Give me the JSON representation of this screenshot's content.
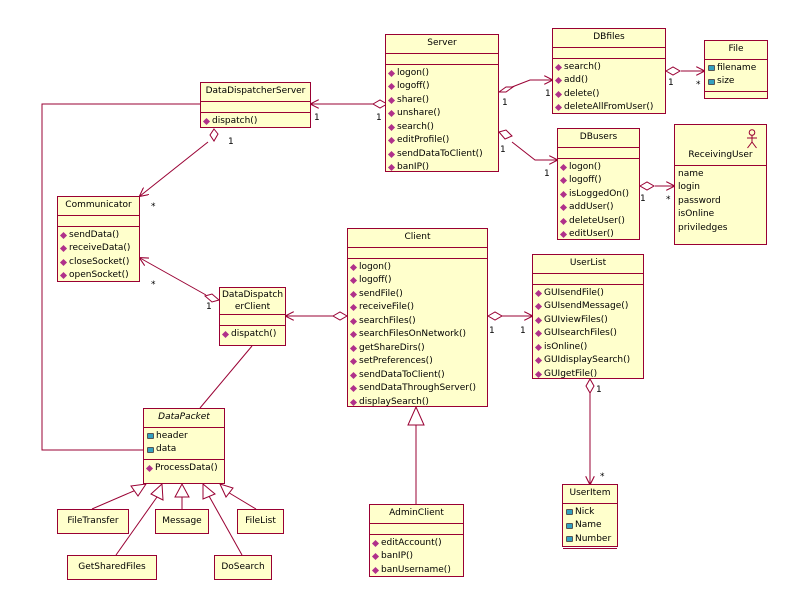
{
  "classes": {
    "server": {
      "name": "Server",
      "ops": [
        "logon()",
        "logoff()",
        "share()",
        "unshare()",
        "search()",
        "editProfile()",
        "sendDataToClient()",
        "banIP()"
      ]
    },
    "dbfiles": {
      "name": "DBfiles",
      "ops": [
        "search()",
        "add()",
        "delete()",
        "deleteAllFromUser()"
      ]
    },
    "file": {
      "name": "File",
      "attrs": [
        "filename",
        "size"
      ]
    },
    "dds": {
      "name": "DataDispatcherServer",
      "ops": [
        "dispatch()"
      ]
    },
    "dbusers": {
      "name": "DBusers",
      "ops": [
        "logon()",
        "logoff()",
        "isLoggedOn()",
        "addUser()",
        "deleteUser()",
        "editUser()"
      ]
    },
    "receiving_user": {
      "name": "ReceivingUser",
      "attrs": [
        "name",
        "login",
        "password",
        "isOnline",
        "priviledges"
      ]
    },
    "communicator": {
      "name": "Communicator",
      "ops": [
        "sendData()",
        "receiveData()",
        "closeSocket()",
        "openSocket()"
      ]
    },
    "client": {
      "name": "Client",
      "ops": [
        "logon()",
        "logoff()",
        "sendFile()",
        "receiveFile()",
        "searchFiles()",
        "searchFilesOnNetwork()",
        "getShareDirs()",
        "setPreferences()",
        "sendDataToClient()",
        "sendDataThroughServer()",
        "displaySearch()"
      ]
    },
    "ddc": {
      "name_line1": "DataDispatch",
      "name_line2": "erClient",
      "ops": [
        "dispatch()"
      ]
    },
    "userlist": {
      "name": "UserList",
      "ops": [
        "GUIsendFile()",
        "GUIsendMessage()",
        "GUIviewFiles()",
        "GUIsearchFiles()",
        "isOnline()",
        "GUIdisplaySearch()",
        "GUIgetFile()"
      ]
    },
    "datapacket": {
      "name": "DataPacket",
      "attrs": [
        "header",
        "data"
      ],
      "ops": [
        "ProcessData()"
      ]
    },
    "adminclient": {
      "name": "AdminClient",
      "ops": [
        "editAccount()",
        "banIP()",
        "banUsername()"
      ]
    },
    "useritem": {
      "name": "UserItem",
      "attrs": [
        "Nick",
        "Name",
        "Number"
      ]
    },
    "filetransfer": {
      "name": "FileTransfer"
    },
    "message": {
      "name": "Message"
    },
    "filelist": {
      "name": "FileList"
    },
    "getsharedfiles": {
      "name": "GetSharedFiles"
    },
    "dosearch": {
      "name": "DoSearch"
    }
  },
  "multiplicities": {
    "dds_server_left": "1",
    "dds_server_right": "1",
    "server_dbfiles_left": "1",
    "server_dbfiles_right": "1",
    "dbfiles_file_left": "1",
    "dbfiles_file_right": "*",
    "server_dbusers_left": "1",
    "server_dbusers_right": "1",
    "dbusers_ru_left": "1",
    "dbusers_ru_right": "*",
    "dds_comm_top": "1",
    "dds_comm_bottom": "*",
    "ddc_comm_top": "*",
    "ddc_comm_bottom": "1",
    "client_userlist_left": "1",
    "client_userlist_right": "1",
    "userlist_useritem_top": "1",
    "userlist_useritem_bottom": "*"
  },
  "colors": {
    "line": "#990033",
    "fill": "#ffffcc"
  }
}
